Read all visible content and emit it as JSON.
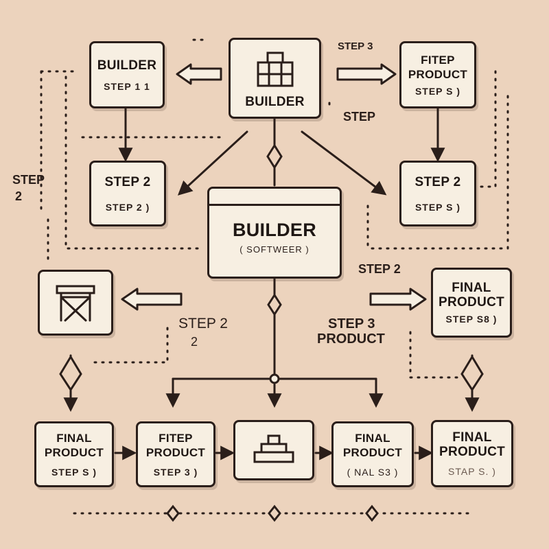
{
  "nodes": {
    "builder_top": {
      "title": "BUILDER"
    },
    "builder_step1": {
      "title": "BUILDER",
      "sub": "STEP 1 1"
    },
    "step2_left": {
      "title": "STEP 2",
      "sub": "STEP 2 )"
    },
    "fitep_top": {
      "title": "FITEP PRODUCT",
      "sub": "STEP S )"
    },
    "step2_right": {
      "title": "STEP 2",
      "sub": "STEP S )"
    },
    "builder_center": {
      "title": "BUILDER",
      "sub": "( SOFTWEER )"
    },
    "final_right": {
      "title": "FINAL PRODUCT",
      "sub": "STEP S8 )"
    },
    "bottom_1": {
      "title": "FINAL PRODUCT",
      "sub": "STEP S )"
    },
    "bottom_2": {
      "title": "FITEP PRODUCT",
      "sub": "STEP 3 )"
    },
    "bottom_4": {
      "title": "FINAL PRODUCT",
      "sub": "( NAL S3 )"
    },
    "bottom_5": {
      "title": "FINAL PRODUCT",
      "sub": "STAP S. )"
    }
  },
  "labels": {
    "step3_top": "STEP 3",
    "step_mid": "STEP",
    "step2_left_a": "STEP",
    "step2_left_b": "2",
    "step2_right": "STEP 2",
    "step2_center_a": "STEP 2",
    "step2_center_b": "2",
    "step3_product_a": "STEP 3",
    "step3_product_b": "PRODUCT"
  },
  "colors": {
    "background": "#ecd3bd",
    "box_fill": "#f7efe2",
    "stroke": "#2a1e1a"
  },
  "icons": [
    "blocks-icon",
    "chair-icon",
    "pyramid-icon",
    "window-icon"
  ]
}
